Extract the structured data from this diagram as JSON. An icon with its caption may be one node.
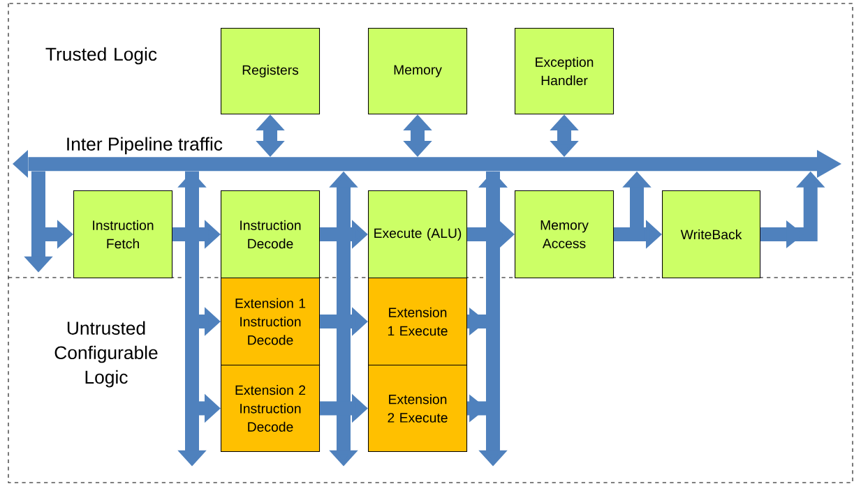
{
  "diagram": {
    "nodes": [
      {
        "text": [
          "Registers"
        ]
      },
      {
        "text": [
          "Memory"
        ]
      },
      {
        "text": [
          "Exception Handler"
        ]
      },
      {
        "text": [
          "Inter Pipeline traffic"
        ]
      },
      {
        "text": [
          "Instruction Fetch"
        ]
      },
      {
        "text": [
          "Instruction Decode"
        ]
      },
      {
        "text": [
          "Execute (ALU)"
        ]
      },
      {
        "text": [
          "Memory Access"
        ]
      },
      {
        "text": [
          "WriteBack"
        ]
      },
      {
        "text": [
          "Extension 1 Instruction Decode"
        ]
      },
      {
        "text": [
          "Extension 2 Instruction Decode"
        ]
      },
      {
        "text": [
          "Extension 1 Execute"
        ]
      },
      {
        "text": [
          "Extension 2 Execute"
        ]
      }
    ],
    "edges": [
      {
        "from": 0,
        "to": 3,
        "arrow": "both"
      },
      {
        "from": 1,
        "to": 3,
        "arrow": "both"
      },
      {
        "from": 2,
        "to": 3,
        "arrow": "both"
      },
      {
        "from": 3,
        "to": 4,
        "arrow": "to"
      },
      {
        "from": 3,
        "to": null,
        "arrow": "to"
      },
      {
        "from": 3,
        "to": 9,
        "arrow": "to"
      },
      {
        "from": 3,
        "to": 10,
        "arrow": "to"
      },
      {
        "from": 3,
        "to": null,
        "arrow": "both"
      },
      {
        "from": 3,
        "to": null,
        "arrow": "both"
      },
      {
        "from": 11,
        "to": 3,
        "arrow": "to"
      },
      {
        "from": 12,
        "to": 3,
        "arrow": "to"
      },
      {
        "from": 3,
        "to": null,
        "arrow": "to"
      },
      {
        "from": 4,
        "to": 5,
        "arrow": "to"
      },
      {
        "from": 5,
        "to": 6,
        "arrow": "to"
      },
      {
        "from": 6,
        "to": 7,
        "arrow": "to"
      },
      {
        "from": 7,
        "to": 8,
        "arrow": "to"
      },
      {
        "from": 7,
        "to": 3,
        "arrow": "to"
      },
      {
        "from": 8,
        "to": 3,
        "arrow": "to"
      },
      {
        "from": 9,
        "to": 11,
        "arrow": "to"
      },
      {
        "from": 10,
        "to": 12,
        "arrow": "to"
      }
    ],
    "labels": [
      "Trusted Logic",
      "Untrusted Configurable Logic"
    ]
  }
}
